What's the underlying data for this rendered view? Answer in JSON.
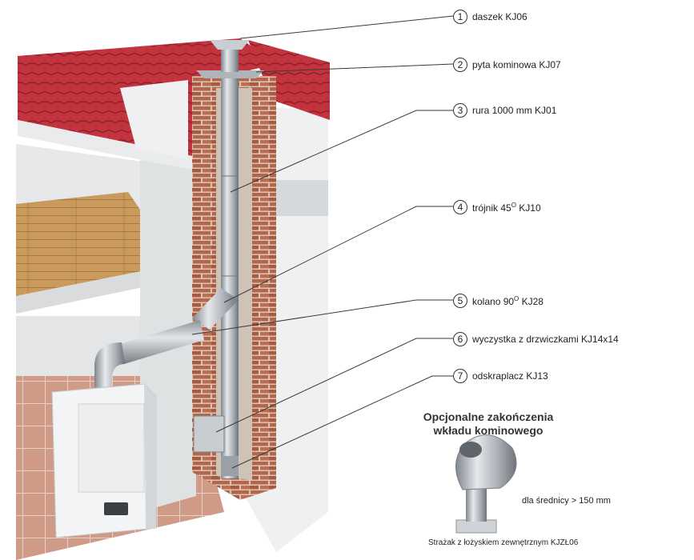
{
  "callouts": [
    {
      "num": "1",
      "label": "daszek KJ06"
    },
    {
      "num": "2",
      "label": "pyta kominowa KJ07"
    },
    {
      "num": "3",
      "label": "rura 1000 mm KJ01"
    },
    {
      "num": "4",
      "label": "trójnik 45",
      "sup": "O",
      "suffix": " KJ10"
    },
    {
      "num": "5",
      "label": "kolano 90",
      "sup": "O",
      "suffix": " KJ28"
    },
    {
      "num": "6",
      "label": "wyczystka z drzwiczkami KJ14x14"
    },
    {
      "num": "7",
      "label": "odskraplacz KJ13"
    }
  ],
  "optional": {
    "title_line1": "Opcjonalne zakończenia",
    "title_line2": "wkładu kominowego",
    "diameter": "dla średnicy > 150 mm",
    "caption": "Strażak z łożyskiem zewnętrznym KJZŁ06"
  },
  "colors": {
    "roof": "#c4343f",
    "brick": "#b5654a",
    "steel": "#b9bec3",
    "wall": "#eceeef",
    "wood_floor": "#c99a5b"
  }
}
